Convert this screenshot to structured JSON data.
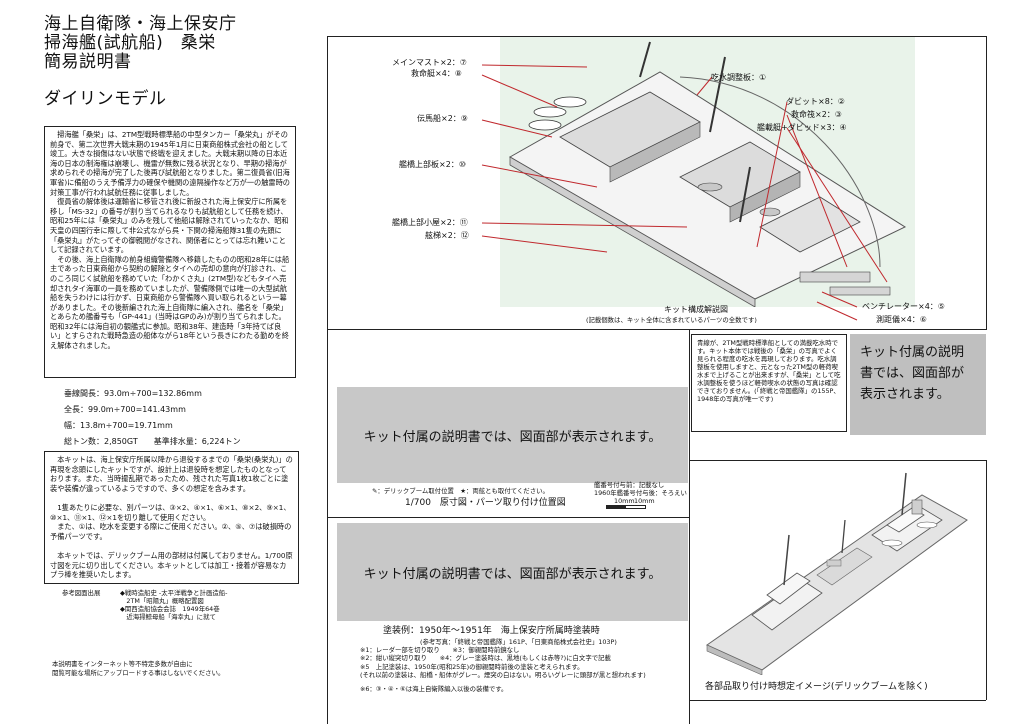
{
  "header": {
    "title_line1": "海上自衛隊・海上保安庁",
    "title_line2": "掃海艦(試航船)　桑栄",
    "title_line3": "簡易説明書",
    "subtitle": "ダイリンモデル"
  },
  "history": {
    "text": "　掃海艦「桑栄」は、2TM型戦時標準船の中型タンカー「桑栄丸」がその前身で、第二次世界大戦末期の1945年1月に日東商船株式会社の船として竣工。大きな損傷はない状態で終戦を迎えました。大戦末期以降の日本近海の日本の制海権は崩壊し、機雷が無数に残る状況となり、早期の掃海が求められその掃海が完了した後再び試航船となりました。第二復員省(旧海軍省)に備船のうえ予備浮力の確保や機関の遠隔操作など万が一の触雷時の対策工事が行われ試航任務に従事しました。\n　復員省の解体後は運輸省に移管され後に新設された海上保安庁に所属を移し「MS-32」の番号が割り当てられるなりも試航船として任務を続け、昭和25年には「桑栄丸」のみを残して他船は解除されていったなか、昭和天皇の四国行幸に際して非公式ながら呉・下関の掃海船隊31隻の先頭に「桑栄丸」がたってその御親閲がなされ、関係者にとっては忘れ難いことして記録されています。\n　その後、海上自衛隊の前身組織警備隊へ移籍したものの昭和28年には船主であった日東商船から契約の解除とタイへの売却の意向が打診され、このころ同じく試航船を務めていた「わかくさ丸」(2TM型)などもタイへ売却されタイ海軍の一員を務めていましたが、警備隊側では唯一の大型試航船を失うわけには行かず、日東商船から警備隊へ買い取られるという一幕がありました。その後新編された海上自衛隊に編入され、艦名を「桑栄」とあらため艦番号も「GP-441」(当時はGPのみ)が割り当てられました。昭和32年には海自初の観艦式に参加。昭和38年、建造時「3年持てば良い」とすらされた戦時急造の船体ながら18年という長きにわたる勤めを終え解体されました。"
  },
  "specs": {
    "line1": "垂線間長：93.0m÷700=132.86mm",
    "line2": "全長：99.0m÷700=141.43mm",
    "line3": "幅：13.8m÷700=19.71mm",
    "line4": "総トン数：2,850GT　　基準排水量：6,224トン"
  },
  "kit_note": {
    "text": "　本キットは、海上保安庁所属以降から退役するまでの「桑栄(桑栄丸)」の再現を念頭にしたキットですが、設計上は退役時を想定したものとなっております。また、当時撮乱期であったため、残された写真1枚1枚ごとに塗装や装備が違っているようですので、多くの想定を含みます。\n\n　1隻あたりに必要な、別パーツは、③×2、④×1、⑥×1、⑧×2、⑨×1、⑩×1、⑪×1、⑫×1を切り離して使用ください。\n　また、①は、吃水を変更する際にご使用ください。②、⑤、⑦は破損時の予備パーツです。\n\n　本キットでは、デリックブーム用の部材は付属しておりません。1/700原寸図を元に切り出してください。本キットとしては加工・接着が容易なカプラ棒を推奨いたします。"
  },
  "references": {
    "heading": "参考図面出展",
    "items": [
      "◆戦時造船史 -太平洋戦争と計画造船-",
      "　2TM「昭陽丸」概略配置図",
      "◆関西造船協会会誌　1949年64巻",
      "　近海掃鯨母船「海幸丸」に就て"
    ]
  },
  "footer_note": {
    "line1": "本説明書をインターネット等不特定多数が自由に",
    "line2": "閲覧可能な場所にアップロードする事はしないでください。"
  },
  "kit_diagram": {
    "caption1": "キット構成解説図",
    "caption2": "(記載個数は、キット全体に含まれているパーツの全数です)",
    "labels_left": [
      "メインマスト×2：⑦",
      "救命艇×4：⑧",
      "伝馬船×2：⑨",
      "艦橋上部板×2：⑩",
      "艦橋上部小屋×2：⑪",
      "舷梯×2：⑫"
    ],
    "labels_right": [
      "吃水調整板：①",
      "ダビット×8：②",
      "救命筏×2：③",
      "艦載艇+ダビッド×3：④",
      "ベンチレーター×4：⑤",
      "測距儀×4：⑥"
    ]
  },
  "placeholder_text": "キット付属の説明書では、図面部が表示されます。",
  "photo_note": {
    "text": "青線が、2TM型戦時標準船としての満載吃水時です。キット本体では戦後の「桑栄」の写真でよく見られる程度の吃水を再現しております。吃水調整板を使用しますと、元となった2TM型の軽荷喫水まで上げることが出来ますが、「桑栄」として吃水調整板を使うほど軽荷喫水の状態の写真は確認できておりません。(「終戦と帝国艦隊」の155P、1948年の写真が唯一です)"
  },
  "scale_drawing": {
    "legend": "：デリックブーム取付位置　★：両舷とも取付てください。",
    "hull_no1": "艦番号付与前：記載なし",
    "hull_no2": "1960年艦番号付与後：そろえい",
    "scale_10mm": "10mm",
    "scale_10mm_b": "10mm",
    "caption": "1/700　原寸図・パーツ取り付け位置図"
  },
  "paint": {
    "title": "塗装例：1950年～1951年　海上保安庁所属時塗装時",
    "ref": "(参考写真：「終戦と帝国艦隊」161P、「日東商船株式会社史」103P)",
    "note1": "※1：レーダー部を切り取り　　※3：御親閲時前鏡なし",
    "note2": "※2：紺い縦突切り取り　　※4：グレー塗装時は、黒地(もしくは赤等?)に白文字で記載",
    "note5": "※5　上記塗装は、1950年(昭和25年)の御親閲時前後の塗装と考えられます。",
    "note5b": "(それ以前の塗装は、船橋・船体がグレー。煙突の白はない。明るいグレーに頭部が黒と想われます)",
    "note6": "※6：③・④・⑥は海上自衛隊編入以後の装備です。"
  },
  "photo_caption": "各部品取り付け時想定イメージ(デリックブームを除く)"
}
